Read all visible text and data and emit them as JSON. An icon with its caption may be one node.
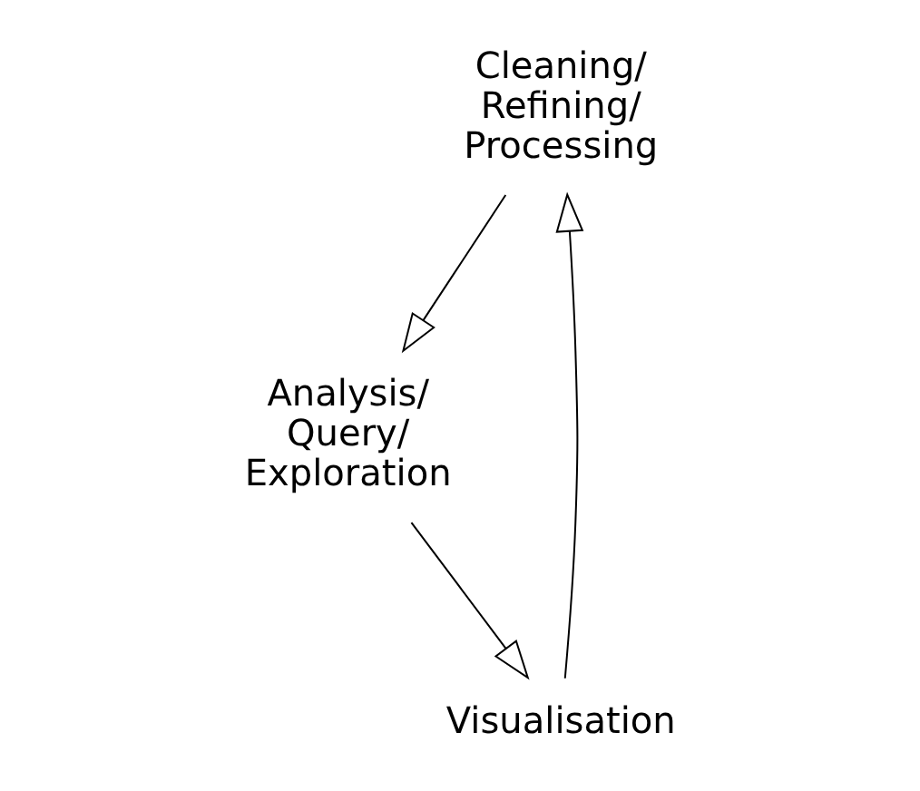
{
  "diagram": {
    "nodes": [
      {
        "text": [
          "Cleaning/ Refining/ Processing"
        ]
      },
      {
        "text": [
          "Analysis/ Query/ Exploration"
        ]
      },
      {
        "text": [
          "Visualisation"
        ]
      }
    ],
    "edges": [
      {
        "from": 0,
        "to": 1,
        "arrow": "to"
      },
      {
        "from": 1,
        "to": 2,
        "arrow": "to"
      },
      {
        "from": 2,
        "to": 0,
        "arrow": "to"
      }
    ]
  }
}
